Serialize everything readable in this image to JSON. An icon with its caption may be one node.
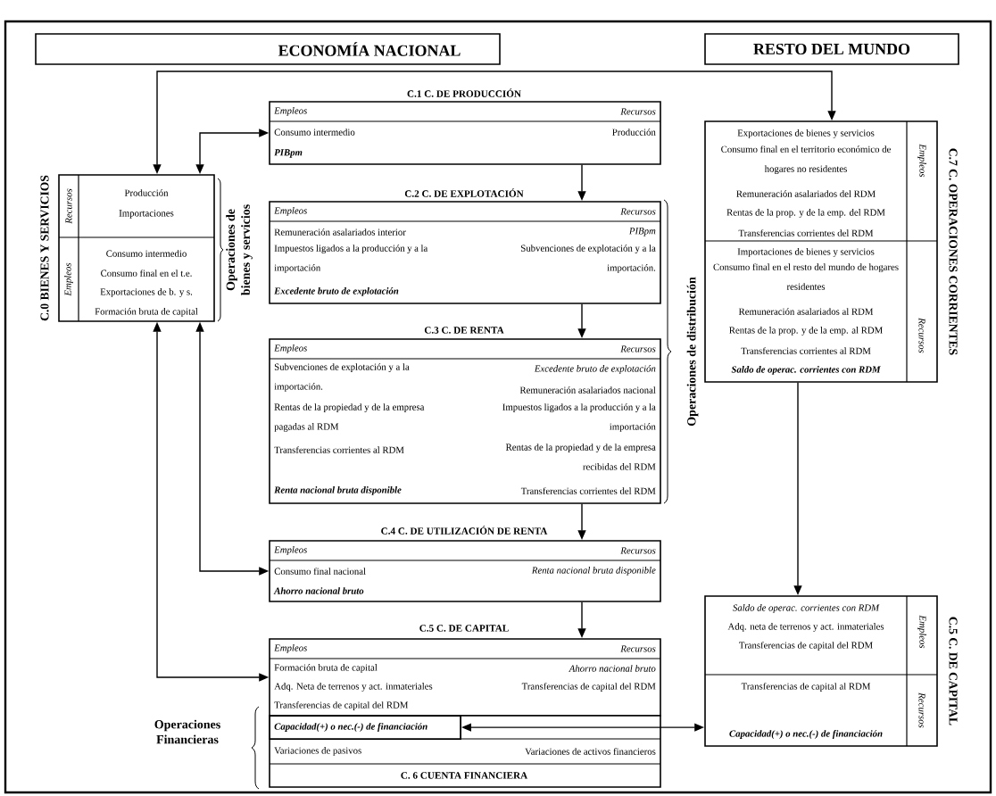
{
  "diagram": {
    "nodes": [
      {
        "text": [
          "ECONOMÍA NACIONAL"
        ]
      },
      {
        "text": [
          "RESTO DEL MUNDO"
        ]
      },
      {
        "text": [
          "C.0 BIENES Y SERVICIOS",
          "Recursos",
          "Producción",
          "Importaciones",
          "Empleos",
          "Consumo intermedio",
          "Consumo final en el t.e.",
          "Exportaciones de b. y s.",
          "Formación bruta de capital"
        ]
      },
      {
        "text": [
          "C.1 C. DE PRODUCCIÓN",
          "Empleos",
          "Recursos",
          "Consumo intermedio",
          "Producción",
          "PIBpm"
        ]
      },
      {
        "text": [
          "C.2 C. DE EXPLOTACIÓN",
          "Empleos",
          "Recursos",
          "Remuneración asalariados interior",
          "Impuestos ligados a la producción y a la importación",
          "Excedente bruto de explotación",
          "PIBpm",
          "Subvenciones de explotación y a la importación."
        ]
      },
      {
        "text": [
          "C.3 C. DE RENTA",
          "Empleos",
          "Recursos",
          "Subvenciones de explotación y a la importación.",
          "Rentas de la propiedad y de la empresa pagadas al RDM",
          "Transferencias corrientes al RDM",
          "Renta nacional bruta disponible",
          "Excedente bruto de explotación",
          "Remuneración asalariados nacional",
          "Impuestos ligados a la producción y a la importación",
          "Rentas de la propiedad y de la empresa recibidas del RDM",
          "Transferencias corrientes del RDM"
        ]
      },
      {
        "text": [
          "C.4 C. DE UTILIZACIÓN DE RENTA",
          "Empleos",
          "Recursos",
          "Consumo final nacional",
          "Ahorro nacional bruto",
          "Renta nacional bruta disponible"
        ]
      },
      {
        "text": [
          "C.5 C. DE CAPITAL",
          "Empleos",
          "Recursos",
          "Formación bruta de capital",
          "Adq. Neta de terrenos y act. inmateriales",
          "Transferencias de capital del RDM",
          "Ahorro nacional bruto",
          "Transferencias de capital del RDM"
        ]
      },
      {
        "text": [
          "Variaciones de pasivos",
          "Variaciones de activos financieros",
          "C. 6 CUENTA FINANCIERA"
        ]
      },
      {
        "text": [
          "Capacidad(+) o nec.(-) de financiación"
        ],
        "in": 8
      },
      {
        "text": [
          "C.7 C. OPERACIONES CORRIENTES",
          "Empleos",
          "Exportaciones de bienes y servicios",
          "Consumo final en el territorio económico de hogares no residentes",
          "Remuneración asalariados del RDM",
          "Rentas de la prop. y de la emp. del RDM",
          "Transferencias corrientes del RDM",
          "Importaciones de bienes y servicios",
          "Consumo final en el resto del mundo de hogares residentes",
          "Remuneración asalariados al RDM",
          "Rentas de la prop. y de la emp. al RDM",
          "Transferencias corrientes al RDM",
          "Saldo de operac. corrientes con RDM",
          "Recursos"
        ]
      },
      {
        "text": [
          "C.5 C. DE CAPITAL",
          "Empleos",
          "Saldo de operac. corrientes con RDM",
          "Adq. neta de terrenos y act. inmateriales",
          "Transferencias de capital del RDM",
          "Transferencias de capital al RDM",
          "Capacidad(+) o nec.(-) de financiación",
          "Recursos"
        ]
      }
    ],
    "edges": [
      {
        "from": 2,
        "to": 10,
        "arrow": "both"
      },
      {
        "from": 2,
        "to": 3,
        "arrow": "both"
      },
      {
        "from": 3,
        "to": 4,
        "arrow": "to"
      },
      {
        "from": 4,
        "to": 5,
        "arrow": "to"
      },
      {
        "from": 5,
        "to": 6,
        "arrow": "to"
      },
      {
        "from": 6,
        "to": 7,
        "arrow": "to"
      },
      {
        "from": 2,
        "to": 6,
        "arrow": "both"
      },
      {
        "from": 2,
        "to": 7,
        "arrow": "both"
      },
      {
        "from": 10,
        "to": 11,
        "arrow": "to"
      },
      {
        "from": 9,
        "to": 11,
        "arrow": "both"
      }
    ],
    "labels": [
      "Operaciones de bienes y servicios",
      "Operaciones de distribución",
      "Operaciones Financieras"
    ]
  }
}
